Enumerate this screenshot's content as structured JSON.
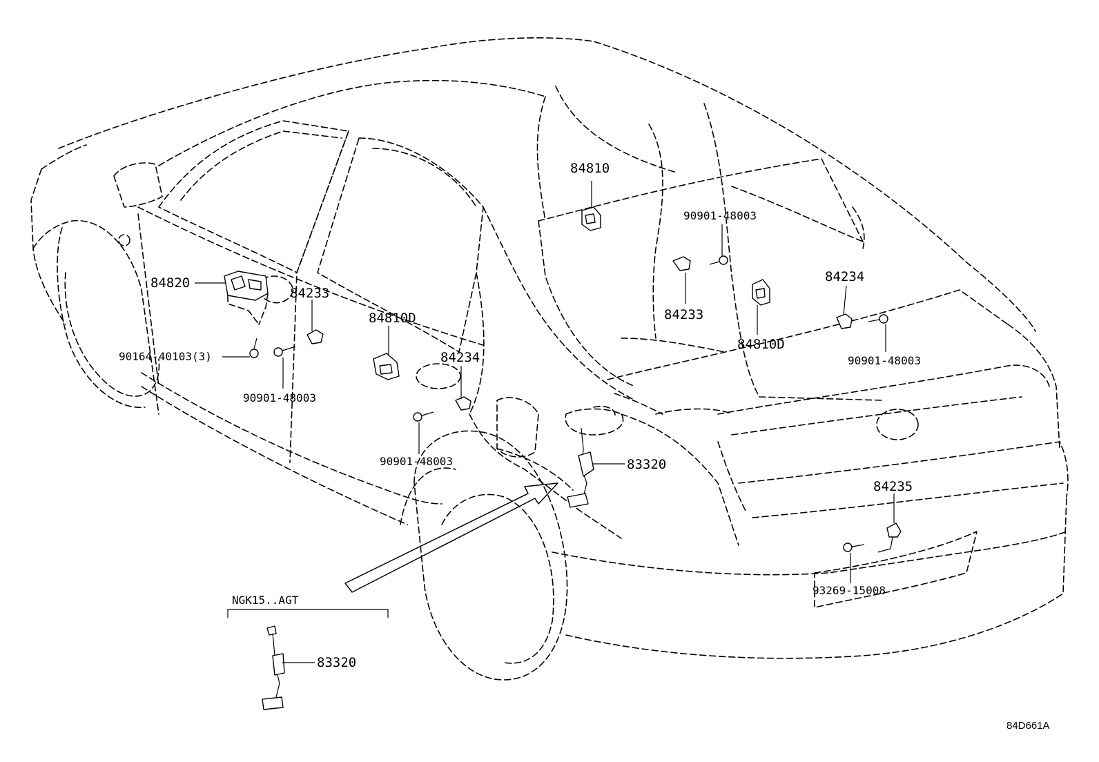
{
  "diagram": {
    "parts": {
      "p84810_top": "84810",
      "p84810D_left": "84810D",
      "p84810D_right": "84810D",
      "p84820": "84820",
      "p84233_left": "84233",
      "p84233_right": "84233",
      "p84234_left": "84234",
      "p84234_right": "84234",
      "p84235": "84235",
      "p83320_main": "83320",
      "p83320_inset": "83320",
      "screw_90901_top": "90901-48003",
      "screw_90901_right": "90901-48003",
      "screw_90901_left": "90901-48003",
      "screw_90901_lower": "90901-48003",
      "screw_90164": "90164-40103(3)",
      "screw_93269": "93269-15008"
    },
    "inset_label": "NGK15..AGT",
    "drawing_code": "84D661A"
  }
}
